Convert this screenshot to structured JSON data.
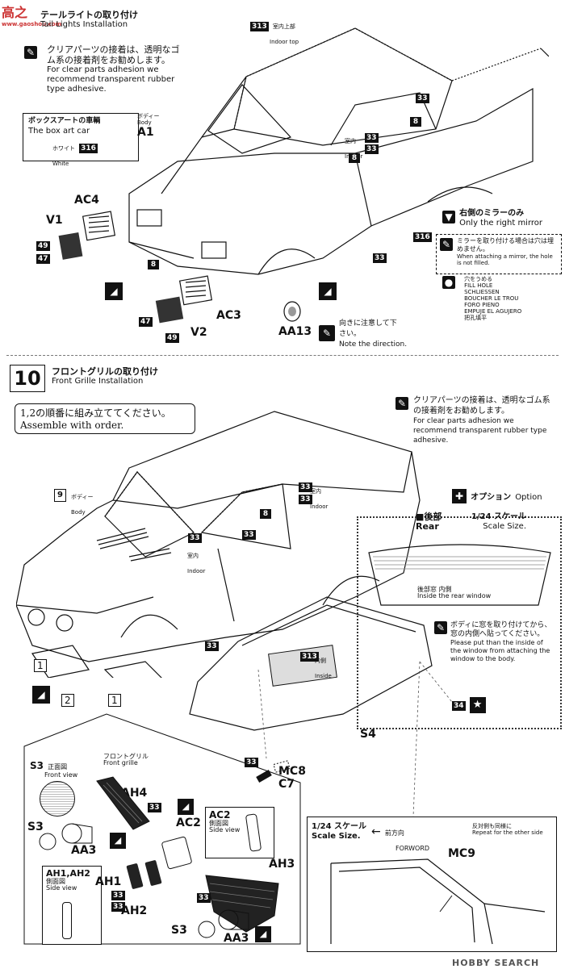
{
  "step9": {
    "title_jp": "テールライトの取り付け",
    "title_en": "Tail Lights Installation",
    "glue_jp": "クリアパーツの接着は、透明なゴム系の接着剤をお勧めします。",
    "glue_en": "For clear parts adhesion we recommend transparent rubber type adhesive.",
    "boxart_jp": "ボックスアートの車輌",
    "boxart_en": "The box art car",
    "white_jp": "ホワイト",
    "white_en": "White",
    "white_num": "316",
    "indoor_top_jp": "室内上部",
    "indoor_top_en": "Indoor top",
    "body_jp": "ボディー",
    "body_en": "Body",
    "indoor_jp": "室内",
    "indoor_en": "Indoor",
    "part_a1": "A1",
    "part_ac4": "AC4",
    "part_v1": "V1",
    "part_ac3": "AC3",
    "part_v2": "V2",
    "part_aa13": "AA13",
    "n313": "313",
    "n33": "33",
    "n8": "8",
    "n316": "316",
    "n49": "49",
    "n47": "47",
    "mirror_jp": "右側のミラーのみ",
    "mirror_en": "Only the right mirror",
    "mirror_attach_jp": "ミラーを取り付ける場合は穴は埋めません。",
    "mirror_attach_en": "When attaching a mirror, the hole is not filled.",
    "fill_jp": "穴をうめる",
    "fill_en": "FILL HOLE",
    "fill_de": "SCHLIESSEN",
    "fill_fr": "BOUCHER LE TROU",
    "fill_it": "FORO PIENO",
    "fill_es": "EMPUJE EL AGUJERO",
    "fill_cn": "把孔填平",
    "direction_jp": "向きに注意して下さい。",
    "direction_en": "Note the direction."
  },
  "step10": {
    "number": "10",
    "title_jp": "フロントグリルの取り付け",
    "title_en": "Front Grille Installation",
    "order_jp": "1,2の順番に組み立ててください。",
    "order_en": "Assemble with order.",
    "glue_jp": "クリアパーツの接着は、透明なゴム系の接着剤をお勧めします。",
    "glue_en": "For clear parts adhesion we recommend transparent rubber type adhesive.",
    "option_jp": "オプション",
    "option_en": "Option",
    "rear_jp": "■後部",
    "rear_en": "Rear",
    "scale_jp": "1/24 スケール",
    "scale_en": "Scale Size.",
    "rear_window_jp": "後部窓 内側",
    "rear_window_en": "Inside the rear window",
    "put_jp": "ボディに窓を取り付けてから、窓の内側へ貼ってください。",
    "put_en": "Please put than the inside of the window from attaching the window to the body.",
    "body_num": "9",
    "body_jp": "ボディー",
    "body_en": "Body",
    "indoor_jp": "室内",
    "indoor_en": "Indoor",
    "inside_jp": "内側",
    "inside_en": "Inside",
    "n33": "33",
    "n8": "8",
    "n313": "313",
    "n34": "34",
    "step1": "1",
    "step2": "2",
    "part_s4": "S4",
    "part_mc8": "MC8",
    "part_c7": "C7",
    "front_view_jp": "正面図",
    "front_view_en": "Front view",
    "part_s3": "S3",
    "front_grille_jp": "フロントグリル",
    "front_grille_en": "Front grille",
    "part_ah4": "AH4",
    "part_aa3": "AA3",
    "part_ac2": "AC2",
    "side_view_jp": "側面図",
    "side_view_en": "Side view",
    "part_ah1ah2": "AH1,AH2",
    "part_ah1": "AH1",
    "part_ah2": "AH2",
    "part_ah3": "AH3",
    "scale2_jp": "1/24 スケール",
    "scale2_en": "Scale Size.",
    "forward_jp": "前方向",
    "forward_en": "FORWORD",
    "repeat_jp": "反対側も同様に",
    "repeat_en": "Repeat for the other side",
    "part_mc9": "MC9"
  },
  "watermark_top": "高之",
  "watermark_site": "www.gaoshou.com",
  "watermark_bottom": "HOBBY SEARCH"
}
